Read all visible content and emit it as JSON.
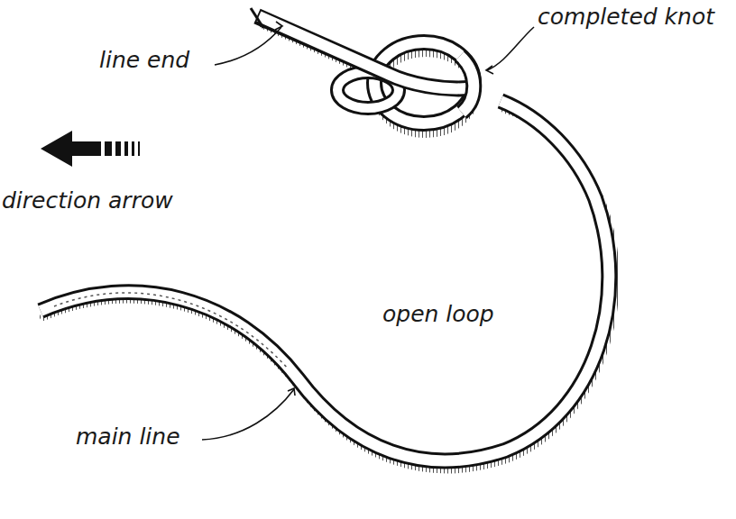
{
  "diagram": {
    "labels": [
      "line end",
      "completed knot",
      "direction arrow",
      "open loop",
      "main line"
    ]
  }
}
